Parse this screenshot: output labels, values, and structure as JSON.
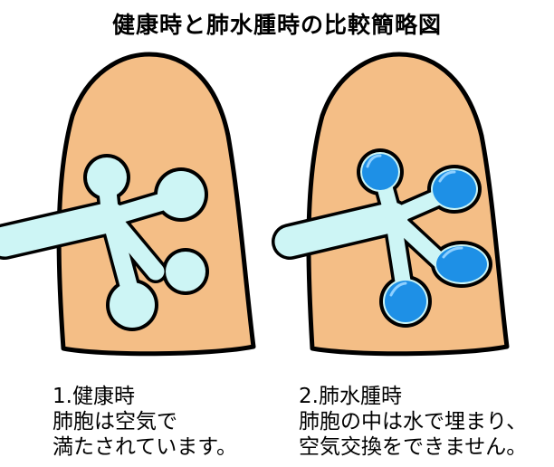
{
  "title": "健康時と肺水腫時の比較簡略図",
  "colors": {
    "lung": "#F4BE86",
    "airway": "#CDF5F5",
    "fluid": "#1E90E6",
    "fluid_highlight": "#8FD0FF",
    "outline": "#000000"
  },
  "panels": [
    {
      "caption_lines": [
        "1.健康時",
        "肺胞は空気で",
        "満たされています。"
      ]
    },
    {
      "caption_lines": [
        "2.肺水腫時",
        "肺胞の中は水で埋まり、",
        "空気交換をできません。"
      ]
    }
  ]
}
